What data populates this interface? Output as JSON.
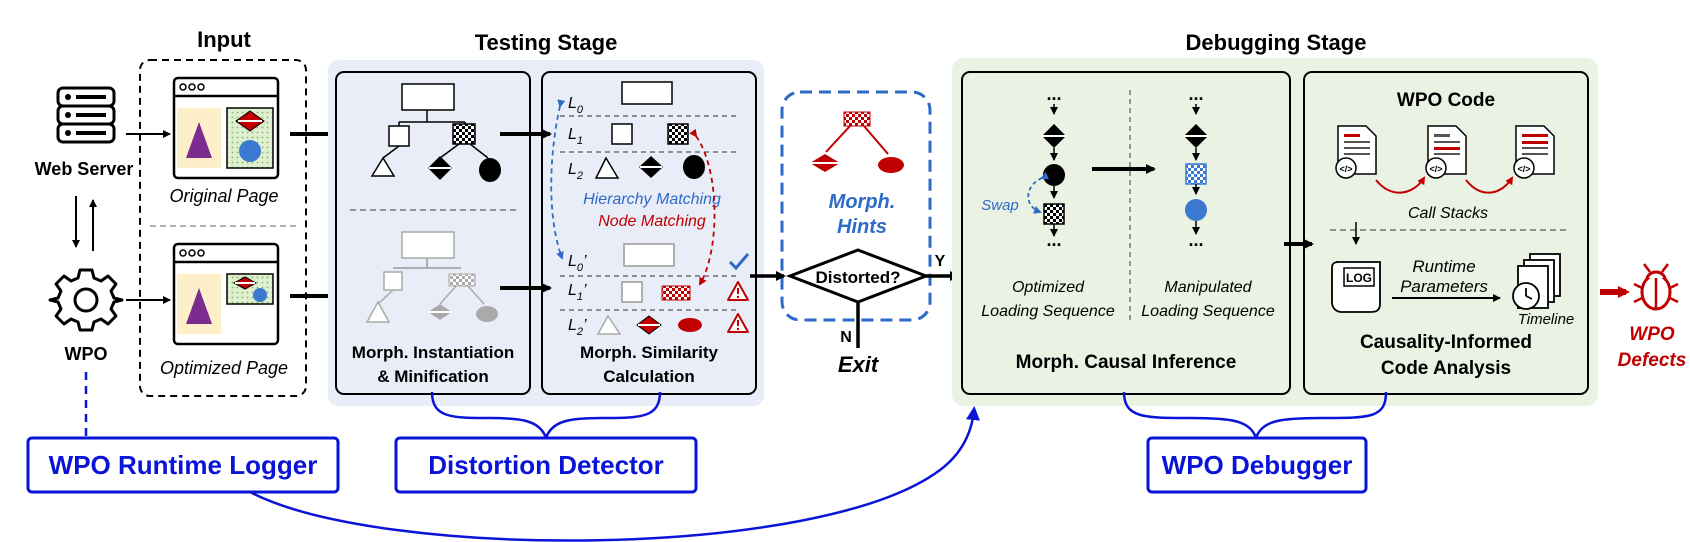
{
  "input": {
    "title": "Input",
    "web_server_label": "Web Server",
    "wpo_label": "WPO",
    "original_page_label": "Original Page",
    "optimized_page_label": "Optimized Page"
  },
  "testing": {
    "title": "Testing Stage",
    "box1_label_line1": "Morph. Instantiation",
    "box1_label_line2": "& Minification",
    "box2_label_line1": "Morph. Similarity",
    "box2_label_line2": "Calculation",
    "levels": [
      "L",
      "L",
      "L",
      "L",
      "L",
      "L"
    ],
    "level_subs": [
      "0",
      "1",
      "2",
      "0",
      "1",
      "2"
    ],
    "level_primes": [
      "",
      "",
      "",
      "’",
      "’",
      "’"
    ],
    "hierarchy_matching": "Hierarchy Matching",
    "node_matching": "Node Matching"
  },
  "hints": {
    "line1": "Morph.",
    "line2": "Hints",
    "decision": "Distorted?",
    "yes": "Y",
    "no": "N",
    "exit": "Exit"
  },
  "debugging": {
    "title": "Debugging Stage",
    "swap": "Swap",
    "optimized_seq_line1": "Optimized",
    "optimized_seq_line2": "Loading Sequence",
    "manipulated_seq_line1": "Manipulated",
    "manipulated_seq_line2": "Loading Sequence",
    "causal_inference": "Morph. Causal Inference",
    "wpo_code": "WPO Code",
    "call_stacks": "Call Stacks",
    "log": "LOG",
    "runtime_line1": "Runtime",
    "runtime_line2": "Parameters",
    "timeline": "Timeline",
    "analysis_line1": "Causality-Informed",
    "analysis_line2": "Code Analysis",
    "dots": "..."
  },
  "output": {
    "defects_line1": "WPO",
    "defects_line2": "Defects"
  },
  "modules": {
    "logger": "WPO Runtime Logger",
    "detector": "Distortion Detector",
    "debugger": "WPO Debugger"
  },
  "colors": {
    "panel_blue": "#e9edf7",
    "panel_green": "#eaf2e4",
    "accent_blue": "#0a14d8",
    "hint_blue": "#2d6bc6",
    "red": "#c00000",
    "purple": "#7b2c8e"
  }
}
